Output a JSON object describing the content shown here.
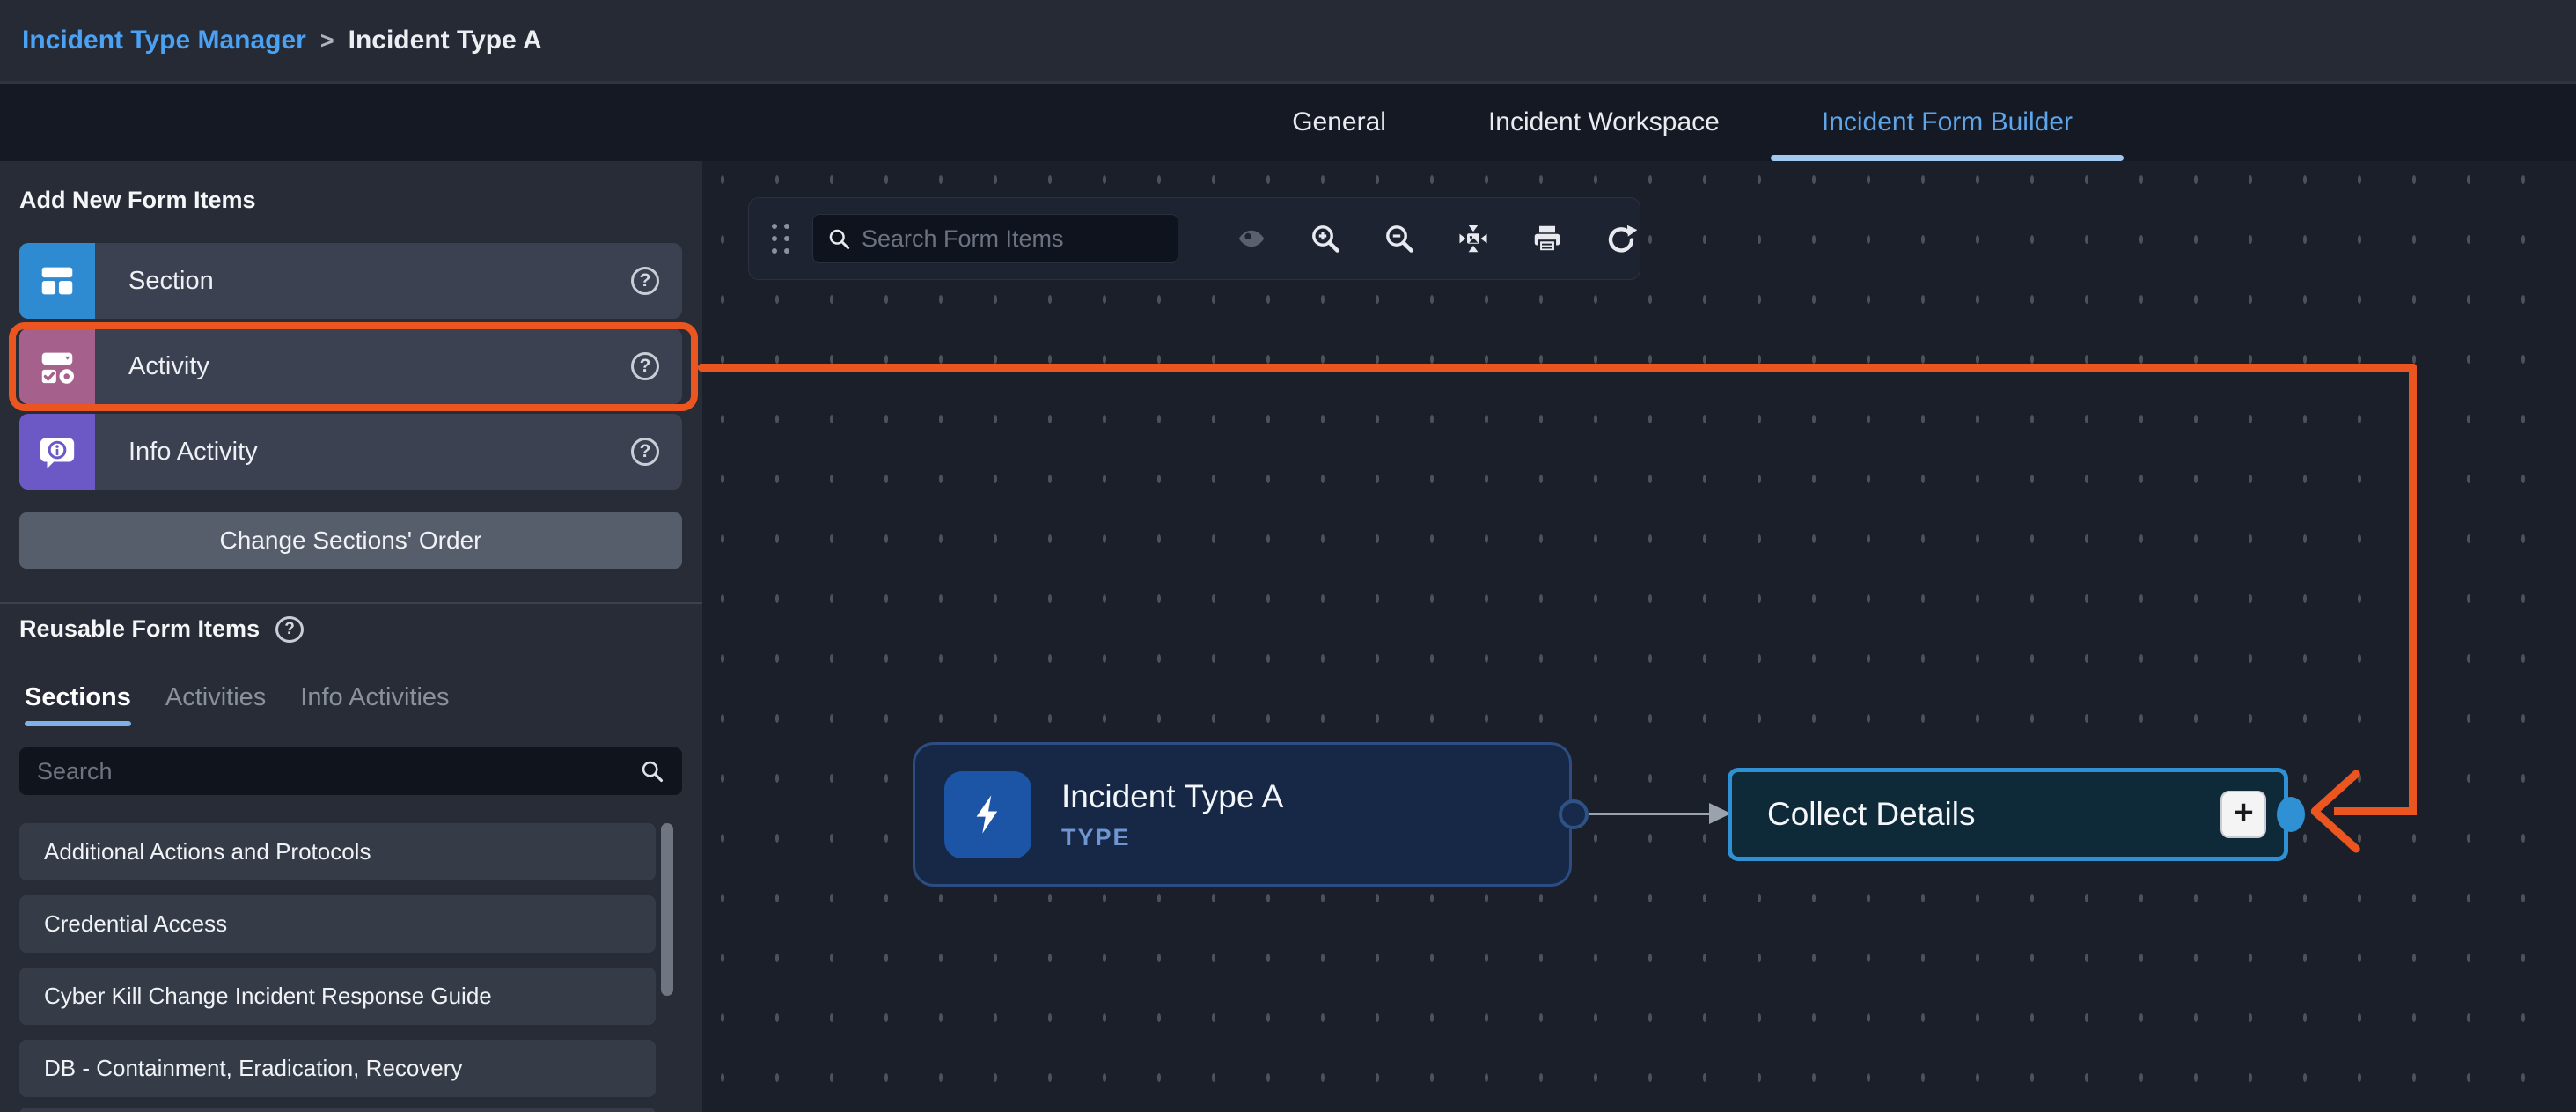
{
  "header": {
    "breadcrumb_root": "Incident Type Manager",
    "breadcrumb_sep": ">",
    "breadcrumb_current": "Incident Type A"
  },
  "tabs": {
    "items": [
      {
        "label": "General"
      },
      {
        "label": "Incident Workspace"
      },
      {
        "label": "Incident Form Builder"
      }
    ]
  },
  "sidebar": {
    "add_new_title": "Add New Form Items",
    "help_glyph": "?",
    "items": [
      {
        "label": "Section"
      },
      {
        "label": "Activity"
      },
      {
        "label": "Info Activity"
      }
    ],
    "change_order_label": "Change Sections' Order",
    "reusable_title": "Reusable Form Items",
    "reusable_tabs": [
      {
        "label": "Sections"
      },
      {
        "label": "Activities"
      },
      {
        "label": "Info Activities"
      }
    ],
    "search_placeholder": "Search",
    "reusable_items": [
      "Additional Actions and Protocols",
      "Credential Access",
      "Cyber Kill Change Incident Response Guide",
      "DB - Containment, Eradication, Recovery",
      ""
    ]
  },
  "canvas": {
    "toolbar": {
      "search_placeholder": "Search Form Items"
    },
    "type_node": {
      "title": "Incident Type A",
      "subtitle": "TYPE"
    },
    "collect_node": {
      "title": "Collect Details",
      "plus_glyph": "+"
    }
  },
  "colors": {
    "annotation_orange": "#ea5520",
    "accent_blue": "#2f90d3",
    "link_blue": "#4ba2f5"
  }
}
